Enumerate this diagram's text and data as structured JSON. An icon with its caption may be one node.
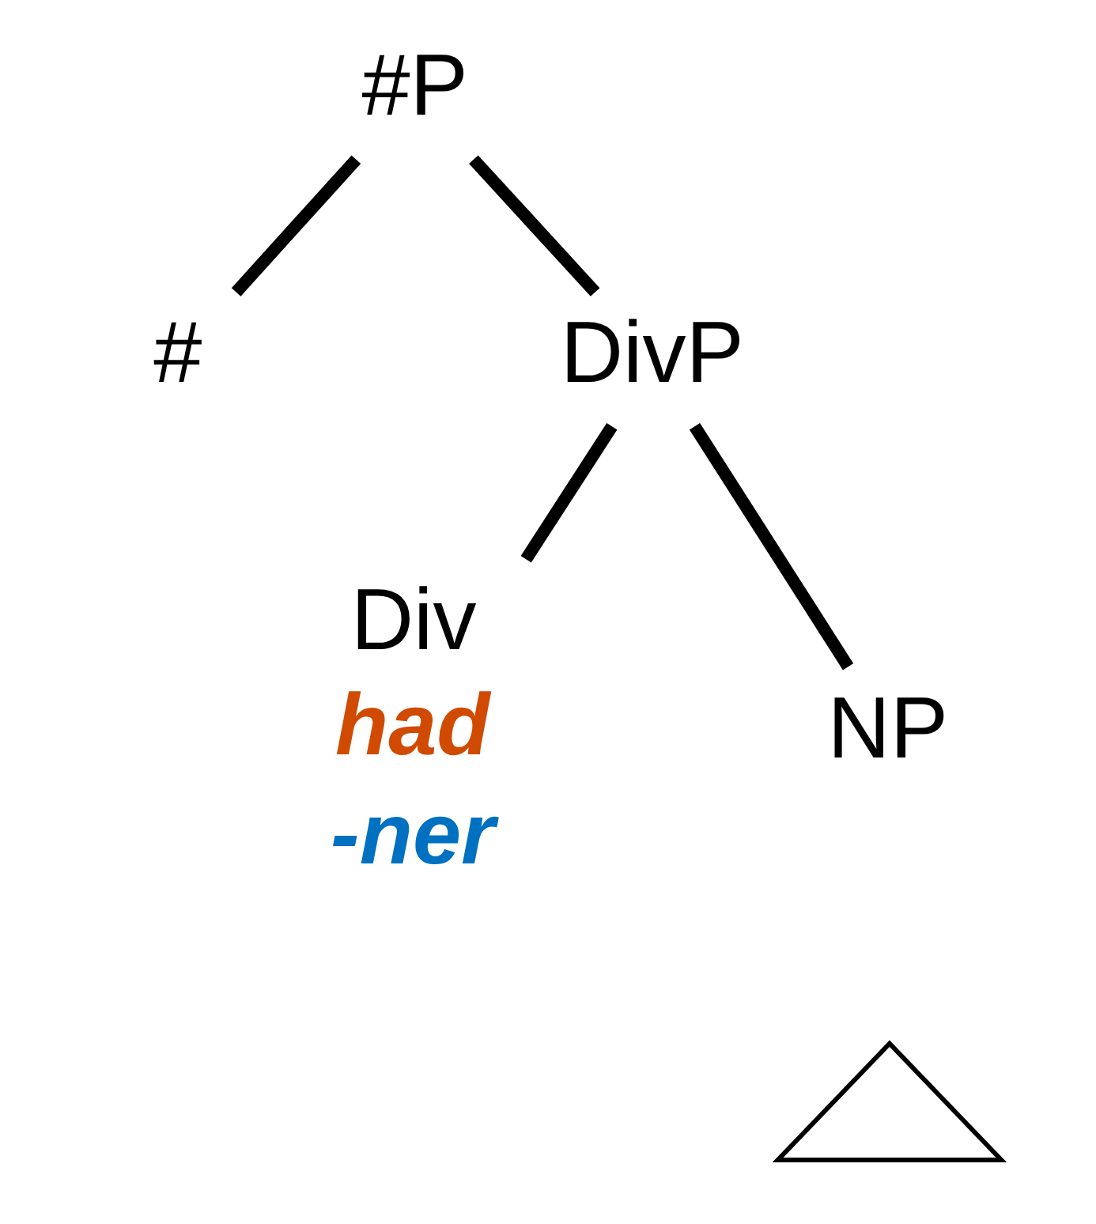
{
  "diagram": {
    "nodes": [
      {
        "text": [
          "#P"
        ]
      },
      {
        "text": [
          "#"
        ]
      },
      {
        "text": [
          "DivP"
        ]
      },
      {
        "text": [
          "Div"
        ],
        "beside": [
          "had",
          "-ner"
        ]
      },
      {
        "text": [
          "NP"
        ]
      },
      {
        "text": [],
        "shape": "triangle"
      }
    ],
    "edges": [
      {
        "from": 0,
        "to": 1,
        "arrow": "none"
      },
      {
        "from": 0,
        "to": 2,
        "arrow": "none"
      },
      {
        "from": 2,
        "to": 3,
        "arrow": "none"
      },
      {
        "from": 2,
        "to": 4,
        "arrow": "none"
      }
    ]
  }
}
